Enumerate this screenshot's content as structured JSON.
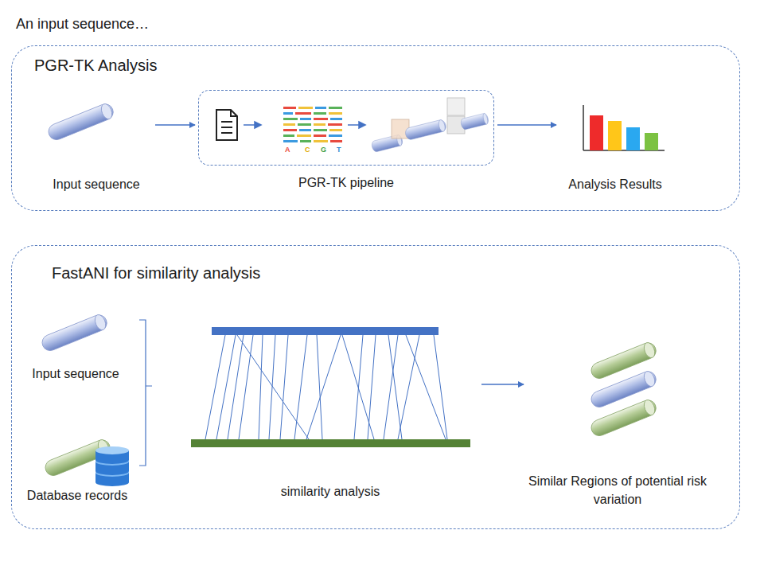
{
  "diagram": {
    "title": "An input sequence…",
    "nodes": [
      {
        "text": [
          "PGR-TK Analysis"
        ]
      },
      {
        "text": [
          "Input sequence"
        ],
        "in": 0
      },
      {
        "text": [
          "PGR-TK pipeline"
        ],
        "in": 0
      },
      {
        "text": [
          "Analysis Results"
        ],
        "in": 0
      },
      {
        "text": [
          "FastANI for similarity analysis"
        ]
      },
      {
        "text": [
          "Input sequence"
        ],
        "in": 4
      },
      {
        "text": [
          "Database records"
        ],
        "in": 4
      },
      {
        "text": [
          "similarity analysis"
        ],
        "in": 4
      },
      {
        "text": [
          "Similar Regions of potential risk variation"
        ],
        "in": 4
      }
    ],
    "edges": [
      {
        "from": 1,
        "to": 2,
        "arrow": "to"
      },
      {
        "from": 2,
        "to": 3,
        "arrow": "to"
      },
      {
        "from": 7,
        "to": 8,
        "arrow": "to"
      }
    ],
    "labels": [
      "A",
      "C",
      "G",
      "T"
    ]
  }
}
